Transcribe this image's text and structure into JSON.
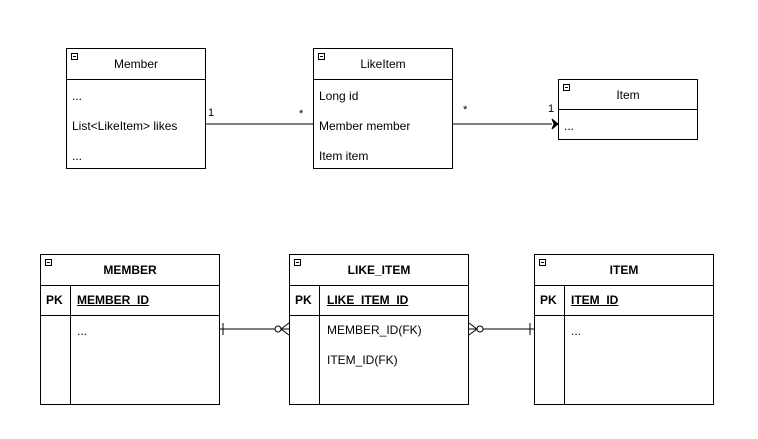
{
  "uml": {
    "member": {
      "title": "Member",
      "fields": [
        "...",
        "List<LikeItem> likes",
        "..."
      ]
    },
    "like_item": {
      "title": "LikeItem",
      "fields": [
        "Long id",
        "Member member",
        "Item item"
      ]
    },
    "item": {
      "title": "Item",
      "fields": [
        "..."
      ]
    },
    "member_likeitem": {
      "source_mult": "1",
      "target_mult": "*"
    },
    "likeitem_item": {
      "source_mult": "*",
      "target_mult": "1"
    }
  },
  "erd": {
    "member": {
      "title": "MEMBER",
      "pk_label": "PK",
      "pk": "MEMBER_ID",
      "fields": [
        "..."
      ]
    },
    "like_item": {
      "title": "LIKE_ITEM",
      "pk_label": "PK",
      "pk": "LIKE_ITEM_ID",
      "fields": [
        "MEMBER_ID(FK)",
        "ITEM_ID(FK)"
      ]
    },
    "item": {
      "title": "ITEM",
      "pk_label": "PK",
      "pk": "ITEM_ID",
      "fields": [
        "..."
      ]
    }
  }
}
